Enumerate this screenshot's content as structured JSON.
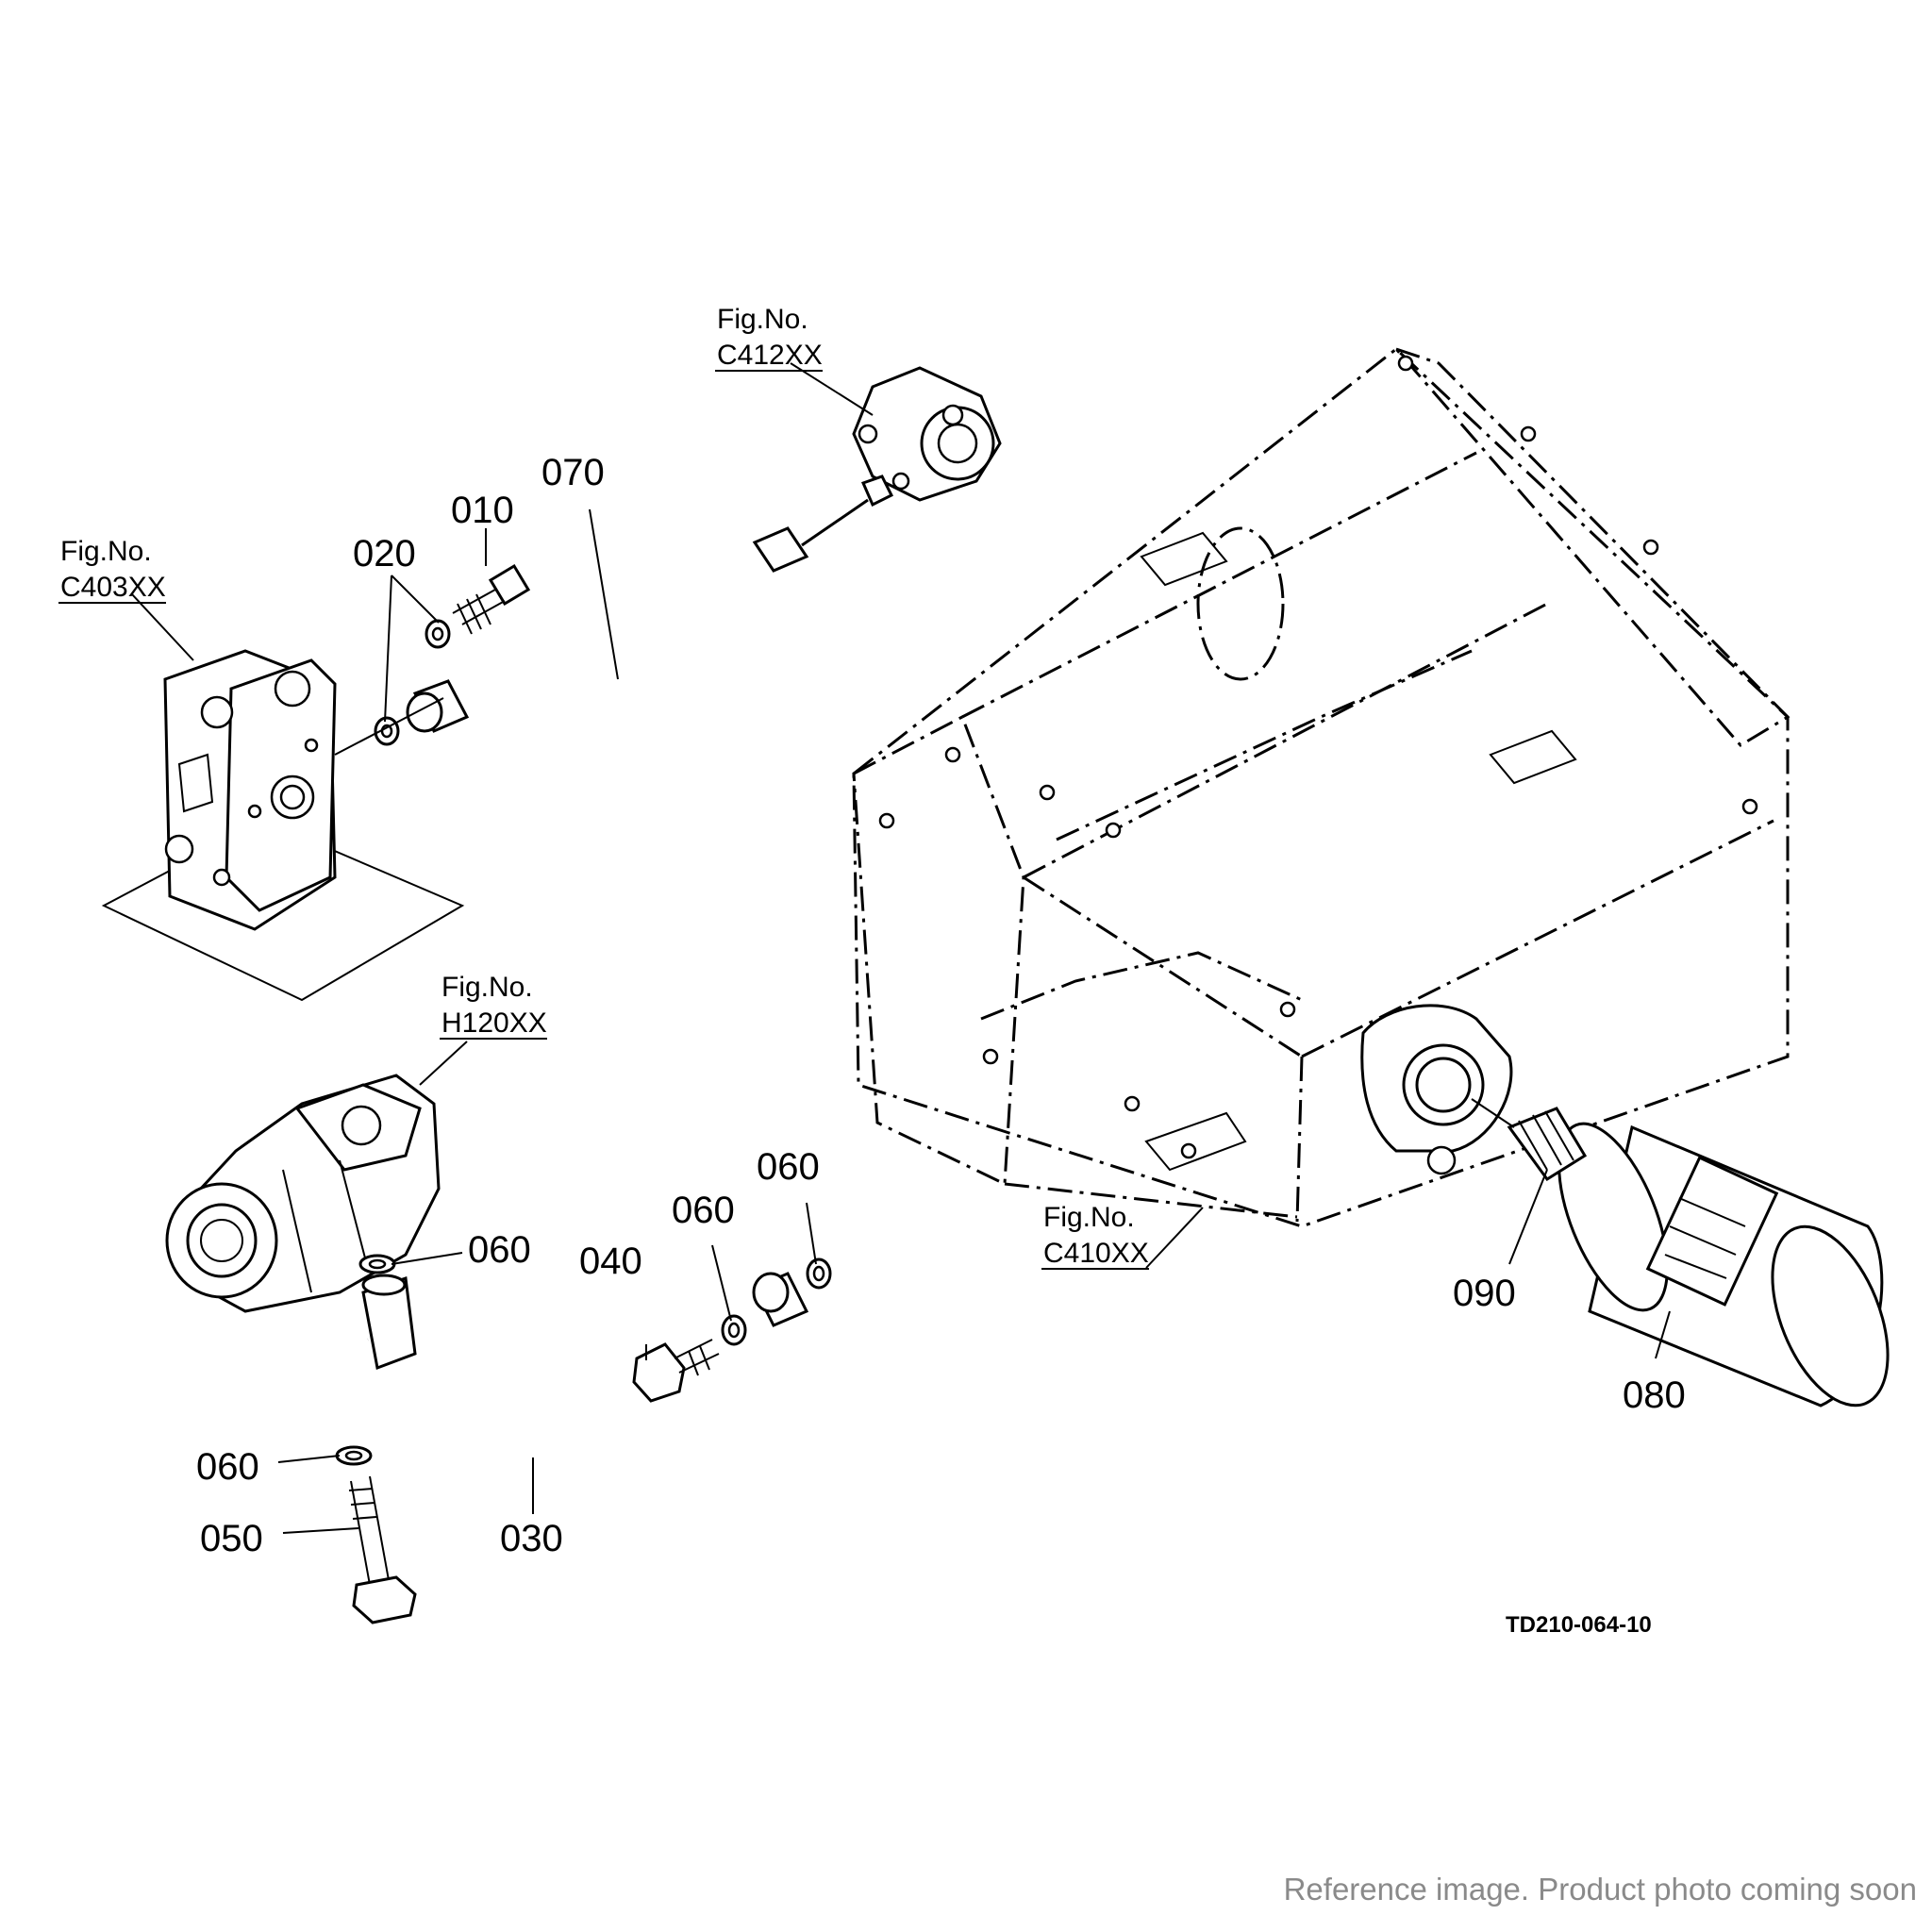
{
  "figure_refs": [
    {
      "id": "c412",
      "label": "Fig.No.",
      "code": "C412XX"
    },
    {
      "id": "c403",
      "label": "Fig.No.",
      "code": "C403XX"
    },
    {
      "id": "h120",
      "label": "Fig.No.",
      "code": "H120XX"
    },
    {
      "id": "c410",
      "label": "Fig.No.",
      "code": "C410XX"
    }
  ],
  "callouts": {
    "p010": "010",
    "p020": "020",
    "p030": "030",
    "p040": "040",
    "p050": "050",
    "p060a": "060",
    "p060b": "060",
    "p060c": "060",
    "p060d": "060",
    "p070": "070",
    "p080": "080",
    "p090": "090"
  },
  "drawing_code": "TD210-064-10",
  "footer_note": "Reference image. Product photo coming soon"
}
